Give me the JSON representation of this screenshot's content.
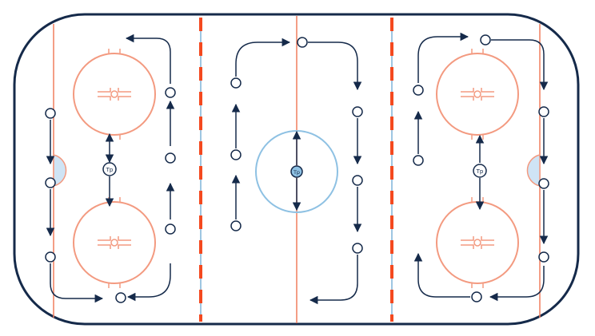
{
  "colors": {
    "board": "#152a4a",
    "red_line": "#f4491f",
    "red_thin": "#f07e5f",
    "circle_red": "#f39a80",
    "blue_line": "#7fb4d8",
    "center_circle": "#8ec1e3",
    "crease_fill": "#cfe4f5",
    "arrow": "#152a4a",
    "cone_fill": "#ffffff"
  },
  "icons": {
    "faceoff_dot": "faceoff-dot-icon",
    "cone": "cone-icon",
    "arrow": "arrow-icon"
  },
  "labels": {
    "tp_left": "Tp",
    "tp_center": "Tp",
    "tp_right": "Tp"
  }
}
